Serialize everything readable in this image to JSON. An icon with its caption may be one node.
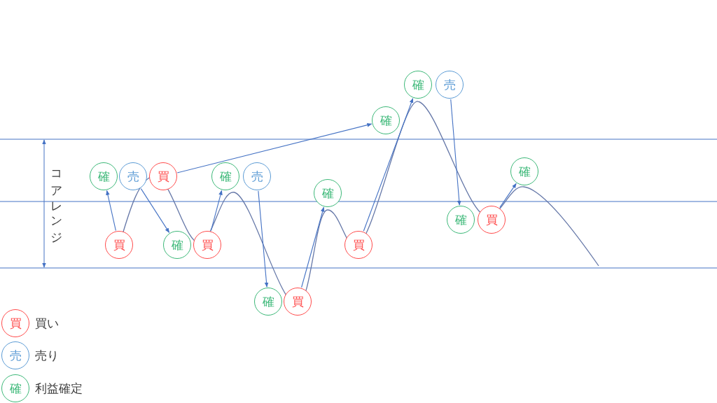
{
  "diagram": {
    "nodes": [
      {
        "text": [
          "確"
        ]
      },
      {
        "text": [
          "売"
        ]
      },
      {
        "text": [
          "買"
        ]
      },
      {
        "text": [
          "買"
        ]
      },
      {
        "text": [
          "確"
        ]
      },
      {
        "text": [
          "買"
        ]
      },
      {
        "text": [
          "確"
        ]
      },
      {
        "text": [
          "売"
        ]
      },
      {
        "text": [
          "確"
        ]
      },
      {
        "text": [
          "買"
        ]
      },
      {
        "text": [
          "確"
        ]
      },
      {
        "text": [
          "買"
        ]
      },
      {
        "text": [
          "確"
        ]
      },
      {
        "text": [
          "確"
        ]
      },
      {
        "text": [
          "売"
        ]
      },
      {
        "text": [
          "確"
        ]
      },
      {
        "text": [
          "買"
        ]
      },
      {
        "text": [
          "確"
        ]
      },
      {
        "text": [
          "買"
        ]
      },
      {
        "text": [
          "売"
        ]
      },
      {
        "text": [
          "確"
        ]
      }
    ],
    "edges": [
      {
        "from": 3,
        "to": 0,
        "arrow": "to"
      },
      {
        "from": 1,
        "to": 4,
        "arrow": "to"
      },
      {
        "from": 2,
        "to": 12,
        "arrow": "to"
      },
      {
        "from": 5,
        "to": 6,
        "arrow": "to"
      },
      {
        "from": 7,
        "to": 8,
        "arrow": "to"
      },
      {
        "from": 9,
        "to": 10,
        "arrow": "to"
      },
      {
        "from": 11,
        "to": 13,
        "arrow": "to"
      },
      {
        "from": 14,
        "to": 15,
        "arrow": "to"
      },
      {
        "from": 16,
        "to": 17,
        "arrow": "to"
      }
    ],
    "labels": [
      "コアレンジ"
    ],
    "legend": [
      {
        "text": "買い",
        "color": "#ff4b4b"
      },
      {
        "text": "売り",
        "color": "#5b9bd5"
      },
      {
        "text": "利益確定",
        "color": "#3cb878"
      }
    ]
  }
}
